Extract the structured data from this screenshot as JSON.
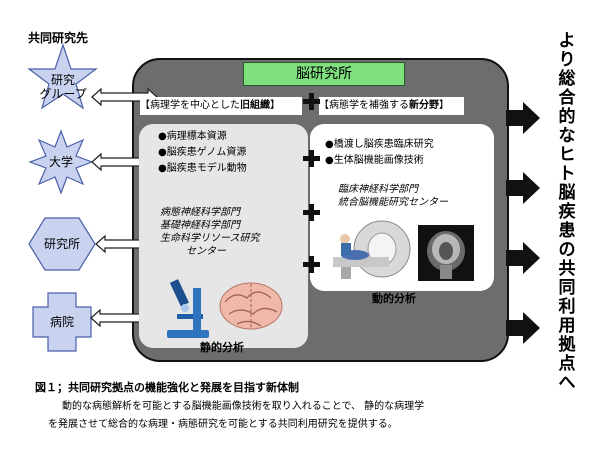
{
  "partners_title": "共同研究先",
  "partners": [
    "研究\nグループ",
    "大学",
    "研究所",
    "病院"
  ],
  "center": {
    "title": "脳研究所"
  },
  "left_header": {
    "prefix": "【病理学を中心とした",
    "emph": "旧組織",
    "suffix": "】"
  },
  "right_header": {
    "prefix": "【病態学を補強する",
    "emph": "新分野",
    "suffix": "】"
  },
  "left_items": [
    "●病理標本資源",
    "●脳疾患ゲノム資源",
    "●脳疾患モデル動物"
  ],
  "left_depts": [
    "病態神経科学部門",
    "基礎神経科学部門",
    "生命科学リソース研究",
    "センター"
  ],
  "left_label": "静的分析",
  "right_items": [
    "●橋渡し脳疾患臨床研究",
    "●生体脳機能画像技術"
  ],
  "right_depts": [
    "臨床神経科学部門",
    "統合脳機能研究センター"
  ],
  "right_label": "動的分析",
  "vertical_text": "より総合的なヒト脳疾患の共同利用拠点へ",
  "caption_title": "図１；共同研究拠点の機能強化と発展を目指す新体制",
  "caption_body": [
    "動的な病態解析を可能とする脳機能画像技術を取り入れることで、 静的な病理学",
    "を発展させて総合的な病理・病態研究を可能とする共同利用研究を提供する。"
  ]
}
